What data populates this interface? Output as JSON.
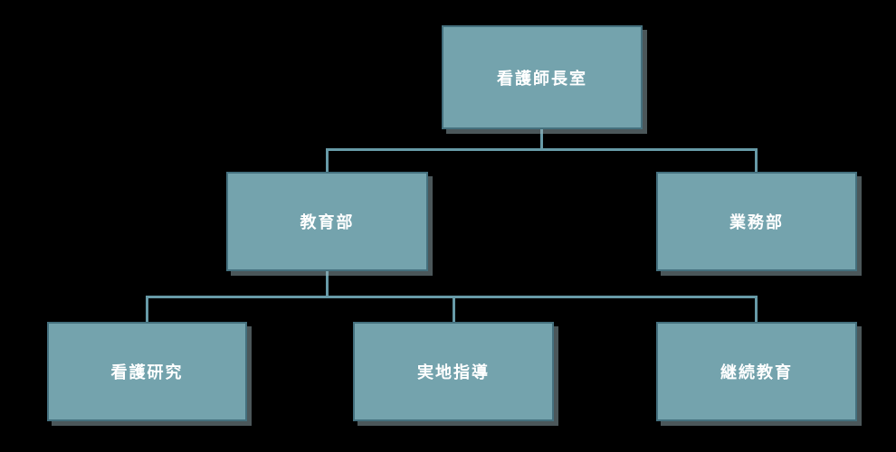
{
  "org_chart": {
    "type": "org-chart",
    "nodes": {
      "root": {
        "label": "看護師長室"
      },
      "education": {
        "label": "教育部"
      },
      "operations": {
        "label": "業務部"
      },
      "nursing_research": {
        "label": "看護研究"
      },
      "practical_guidance": {
        "label": "実地指導"
      },
      "continuing_education": {
        "label": "継続教育"
      }
    },
    "edges": [
      {
        "from": "看護師長室",
        "to": "教育部"
      },
      {
        "from": "看護師長室",
        "to": "業務部"
      },
      {
        "from": "教育部",
        "to": "看護研究"
      },
      {
        "from": "教育部",
        "to": "実地指導"
      },
      {
        "from": "教育部",
        "to": "継続教育"
      }
    ],
    "colors": {
      "background": "#000000",
      "node_fill": "#74a3ad",
      "node_border": "#44707e",
      "connector": "#679aa7",
      "text": "#ffffff"
    }
  }
}
